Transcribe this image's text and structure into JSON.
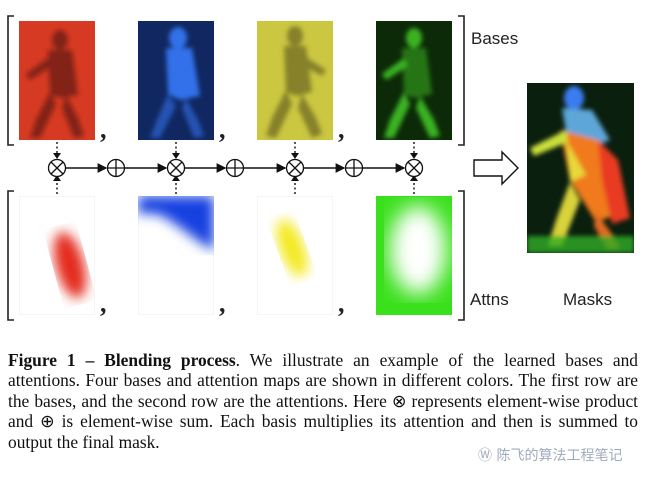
{
  "figure": {
    "row_labels": {
      "bases": "Bases",
      "attns": "Attns",
      "masks": "Masks"
    },
    "comma": ",",
    "bases": [
      {
        "name": "red-basis",
        "color": "#e8402a"
      },
      {
        "name": "blue-basis",
        "color": "#1a4fd0"
      },
      {
        "name": "yellow-basis",
        "color": "#e9e04a"
      },
      {
        "name": "green-basis",
        "color": "#2f9a1c"
      }
    ],
    "attns": [
      {
        "name": "red-attention",
        "color": "#e32a1c"
      },
      {
        "name": "blue-attention",
        "color": "#1340e0"
      },
      {
        "name": "yellow-attention",
        "color": "#f3ea22"
      },
      {
        "name": "green-attention",
        "color": "#3be01d"
      }
    ],
    "operators": {
      "product": "⊗",
      "sum": "⊕"
    }
  },
  "caption": {
    "label": "Figure 1 – Blending process",
    "text": ". We illustrate an example of the learned bases and attentions. Four bases and attention maps are shown in different colors. The first row are the bases, and the second row are the attentions. Here ⊗ represents element-wise product and ⊕ is element-wise sum. Each basis multiplies its attention and then is summed to output the final mask."
  },
  "watermark": "Ⓦ 陈飞的算法工程笔记"
}
